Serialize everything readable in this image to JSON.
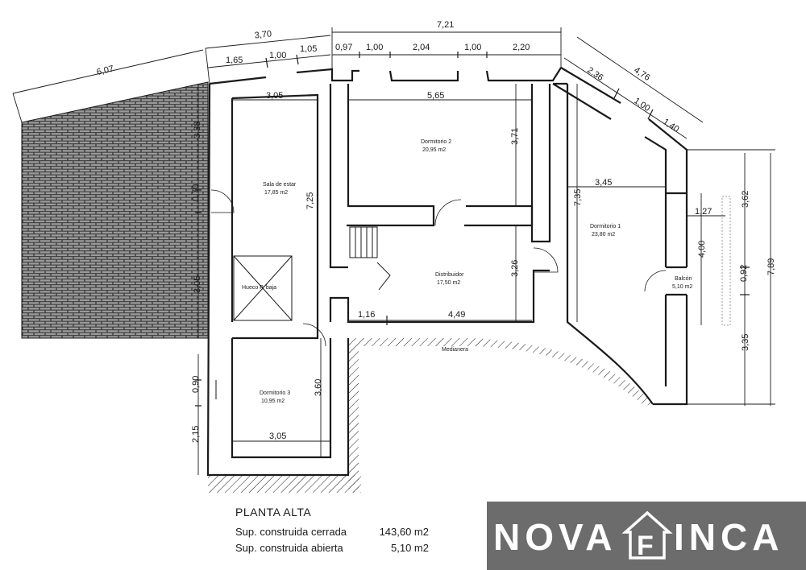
{
  "plan": {
    "rooms": [
      {
        "id": "sala",
        "name": "Sala de estar",
        "area": "17,85 m2"
      },
      {
        "id": "dorm2",
        "name": "Dormitorio 2",
        "area": "20,95 m2"
      },
      {
        "id": "dorm1",
        "name": "Dormitorio 1",
        "area": "23,80 m2"
      },
      {
        "id": "distribuidor",
        "name": "Distribuidor",
        "area": "17,50 m2"
      },
      {
        "id": "balcon",
        "name": "Balcón",
        "area": "5,10 m2"
      },
      {
        "id": "dorm3",
        "name": "Dormitorio 3",
        "area": "10,95 m2"
      },
      {
        "id": "hueco",
        "name": "Hueco P. baja",
        "area": ""
      }
    ],
    "medianera": "Medianera",
    "dimensions": {
      "top_total": "7,21",
      "top_left_total": "3,70",
      "diag_left": "6,07",
      "seg_165": "1,65",
      "seg_100a": "1,00",
      "seg_105": "1,05",
      "seg_097": "0,97",
      "seg_100b": "1,00",
      "seg_204": "2,04",
      "seg_100c": "1,00",
      "seg_220": "2,20",
      "diag_236": "2,36",
      "diag_476": "4,76",
      "diag_100": "1,00",
      "diag_140": "1,40",
      "sala_w": "3,05",
      "sala_h": "7,25",
      "dorm2_w": "5,65",
      "dorm2_h": "3,71",
      "dorm1_w": "3,45",
      "dorm1_h": "7,35",
      "dist_h": "3,26",
      "dist_116": "1,16",
      "dist_449": "4,49",
      "left_338": "3,38",
      "left_070": "0,70",
      "left_305": "3,05",
      "left_090": "0,90",
      "left_215": "2,15",
      "dorm3_w": "3,05",
      "dorm3_h": "3,60",
      "right_127": "1,27",
      "right_362": "3,62",
      "right_400": "4,00",
      "right_092": "0,92",
      "right_789": "7,89",
      "right_335": "3,35"
    }
  },
  "caption": {
    "title": "PLANTA ALTA",
    "rows": [
      {
        "label": "Sup. construida cerrada",
        "value": "143,60 m2"
      },
      {
        "label": "Sup. construida abierta",
        "value": "5,10 m2"
      }
    ]
  },
  "logo": {
    "left": "NOVA",
    "right": "INCA",
    "emblem_letter": "F"
  }
}
